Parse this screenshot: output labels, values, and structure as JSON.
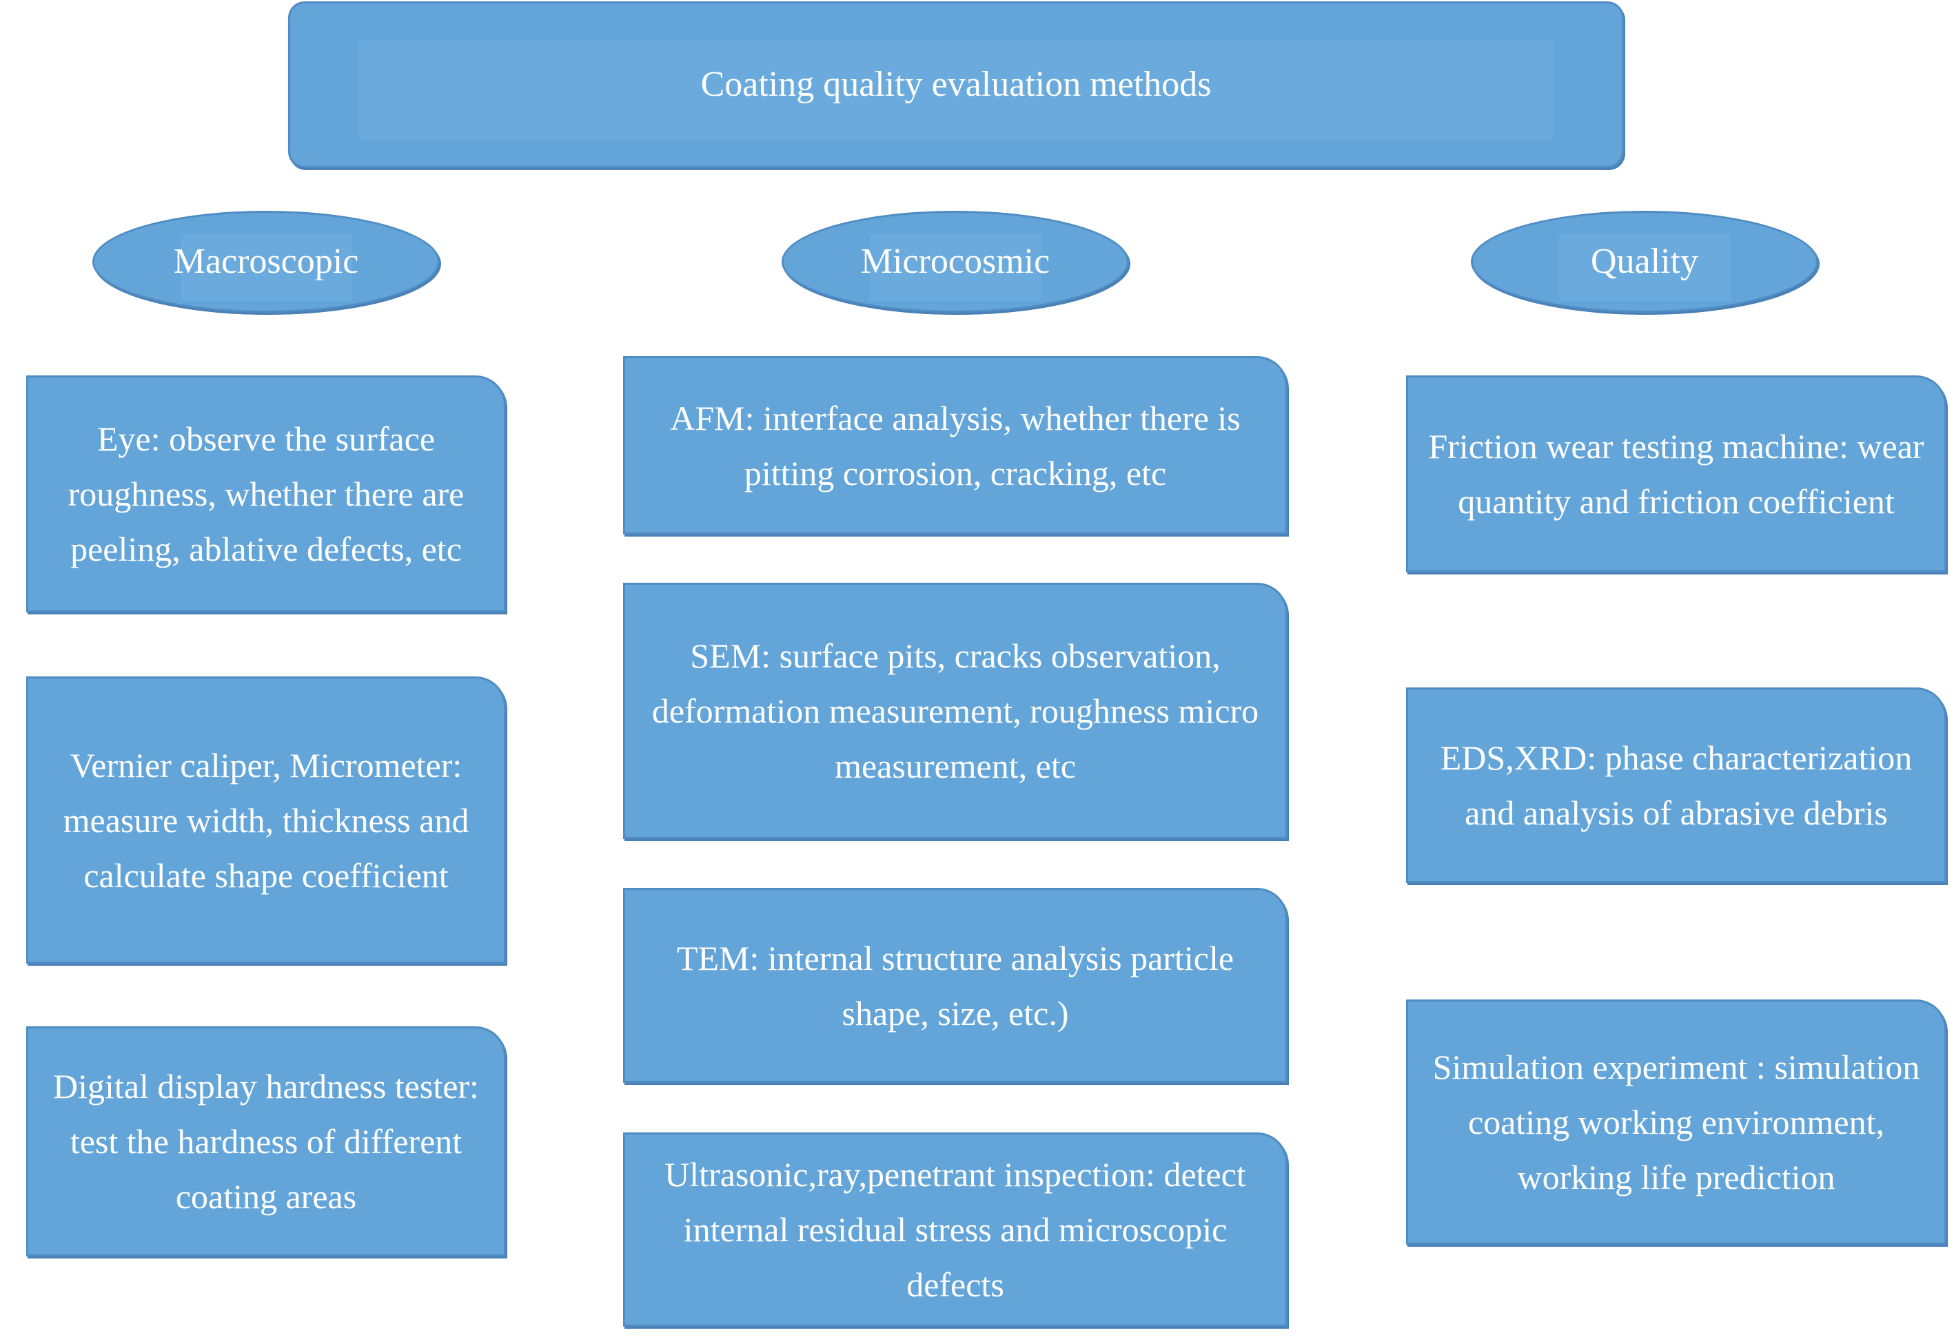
{
  "title": "Coating quality evaluation methods",
  "categories": [
    "Macroscopic",
    "Microcosmic",
    "Quality"
  ],
  "macroscopic": [
    "Eye: observe the surface roughness, whether there are peeling, ablative defects, etc",
    "Vernier caliper, Micrometer: measure width, thickness and calculate shape coefficient",
    "Digital display hardness tester: test the hardness of different coating areas"
  ],
  "microcosmic": [
    "AFM: interface analysis, whether there is pitting corrosion, cracking, etc",
    "SEM: surface pits, cracks observation, deformation measurement, roughness micro measurement, etc",
    "TEM: internal structure analysis particle shape, size, etc.)",
    "Ultrasonic,ray,penetrant inspection: detect internal residual stress and microscopic defects"
  ],
  "quality": [
    "Friction wear testing machine: wear quantity and friction coefficient",
    "EDS,XRD: phase characterization and analysis of abrasive debris",
    "Simulation experiment : simulation coating working environment, working life prediction"
  ],
  "colors": {
    "fill": "#63a4d9",
    "border": "#4f8cc4",
    "text": "#ffffff"
  }
}
